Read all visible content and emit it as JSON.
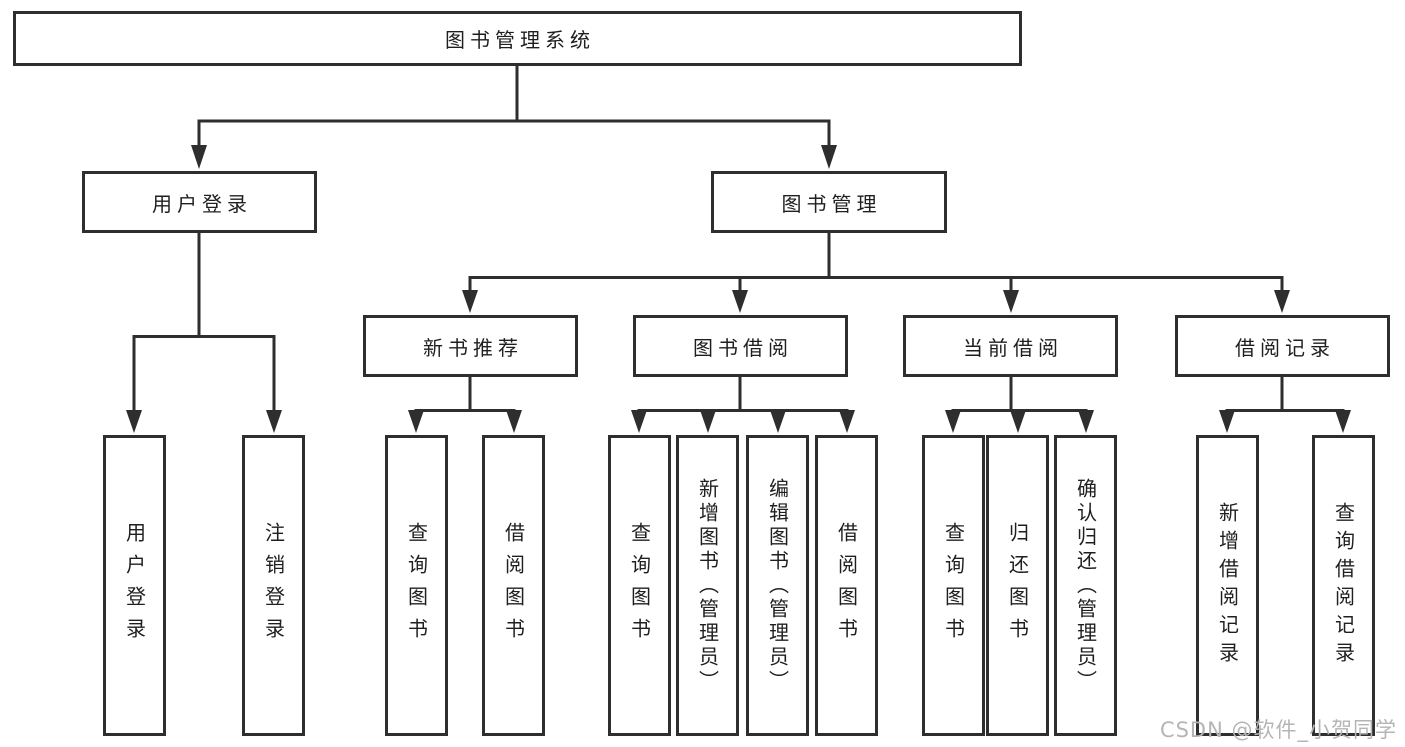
{
  "tree": {
    "label": "图书管理系统",
    "children": [
      {
        "label": "用户登录",
        "children": [
          {
            "label": "用户登录"
          },
          {
            "label": "注销登录"
          }
        ]
      },
      {
        "label": "图书管理",
        "children": [
          {
            "label": "新书推荐",
            "children": [
              {
                "label": "查询图书"
              },
              {
                "label": "借阅图书"
              }
            ]
          },
          {
            "label": "图书借阅",
            "children": [
              {
                "label": "查询图书"
              },
              {
                "label": "新增图书（管理员）"
              },
              {
                "label": "编辑图书（管理员）"
              },
              {
                "label": "借阅图书"
              }
            ]
          },
          {
            "label": "当前借阅",
            "children": [
              {
                "label": "查询图书"
              },
              {
                "label": "归还图书"
              },
              {
                "label": "确认归还（管理员）"
              }
            ]
          },
          {
            "label": "借阅记录",
            "children": [
              {
                "label": "新增借阅记录"
              },
              {
                "label": "查询借阅记录"
              }
            ]
          }
        ]
      }
    ]
  },
  "watermark": {
    "text": "CSDN @软件_小贺同学"
  },
  "colors": {
    "line": "#2e2e2e",
    "box_border": "#2e2e2e",
    "text": "#1f1f1f",
    "watermark": "#b5b5b5",
    "background": "#ffffff"
  }
}
